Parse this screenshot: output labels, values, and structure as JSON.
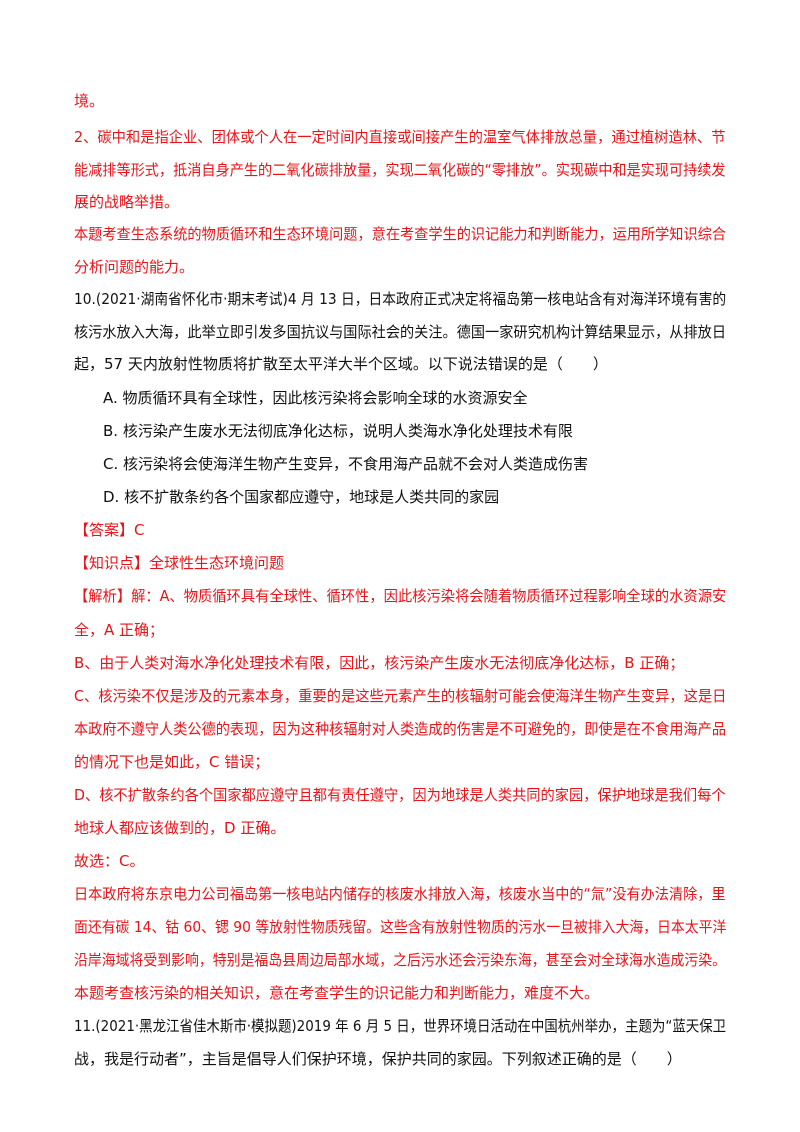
{
  "colors": {
    "answer_red": "#e8141a",
    "text_black": "#111111"
  },
  "lines": [
    {
      "text": "境。",
      "color": "red"
    },
    {
      "text": "2、碳中和是指企业、团体或个人在一定时间内直接或间接产生的温室气体排放总量，通过植树造林、节",
      "color": "red"
    },
    {
      "text": "能减排等形式，抵消自身产生的二氧化碳排放量，实现二氧化碳的“零排放”。实现碳中和是实现可持续发",
      "color": "red"
    },
    {
      "text": "展的战略举措。",
      "color": "red"
    },
    {
      "text": "本题考查生态系统的物质循环和生态环境问题，意在考查学生的识记能力和判断能力，运用所学知识综合",
      "color": "red"
    },
    {
      "text": "分析问题的能力。",
      "color": "red"
    },
    {
      "text": "10.(2021·湖南省怀化市·期末考试)4 月 13 日，日本政府正式决定将福岛第一核电站含有对海洋环境有害的",
      "color": "black"
    },
    {
      "text": "核污水放入大海，此举立即引发多国抗议与国际社会的关注。德国一家研究机构计算结果显示，从排放日",
      "color": "black"
    },
    {
      "text": "起，57 天内放射性物质将扩散至太平洋大半个区域。以下说法错误的是（　　）",
      "color": "black"
    },
    {
      "text": "A. 物质循环具有全球性，因此核污染将会影响全球的水资源安全",
      "color": "black",
      "option": true
    },
    {
      "text": "B. 核污染产生废水无法彻底净化达标，说明人类海水净化处理技术有限",
      "color": "black",
      "option": true
    },
    {
      "text": "C. 核污染将会使海洋生物产生变异，不食用海产品就不会对人类造成伤害",
      "color": "black",
      "option": true
    },
    {
      "text": "D. 核不扩散条约各个国家都应遵守，地球是人类共同的家园",
      "color": "black",
      "option": true
    },
    {
      "text": "【答案】C",
      "color": "red"
    },
    {
      "text": "【知识点】全球性生态环境问题",
      "color": "red"
    },
    {
      "text": "【解析】解：A、物质循环具有全球性、循环性，因此核污染将会随着物质循环过程影响全球的水资源安",
      "color": "red"
    },
    {
      "text": "全，A 正确；",
      "color": "red"
    },
    {
      "text": "B、由于人类对海水净化处理技术有限，因此，核污染产生废水无法彻底净化达标，B 正确；",
      "color": "red"
    },
    {
      "text": "C、核污染不仅是涉及的元素本身，重要的是这些元素产生的核辐射可能会使海洋生物产生变异，这是日",
      "color": "red"
    },
    {
      "text": "本政府不遵守人类公德的表现，因为这种核辐射对人类造成的伤害是不可避免的，即使是在不食用海产品",
      "color": "red"
    },
    {
      "text": "的情况下也是如此，C 错误；",
      "color": "red"
    },
    {
      "text": "D、核不扩散条约各个国家都应遵守且都有责任遵守，因为地球是人类共同的家园，保护地球是我们每个",
      "color": "red"
    },
    {
      "text": "地球人都应该做到的，D 正确。",
      "color": "red"
    },
    {
      "text": "故选：C。",
      "color": "red"
    },
    {
      "text": "日本政府将东京电力公司福岛第一核电站内储存的核废水排放入海，核废水当中的“氚”没有办法清除，里",
      "color": "red"
    },
    {
      "text": "面还有碳 14、钴 60、锶 90 等放射性物质残留。这些含有放射性物质的污水一旦被排入大海，日本太平洋",
      "color": "red"
    },
    {
      "text": "沿岸海域将受到影响，特别是福岛县周边局部水域，之后污水还会污染东海，甚至会对全球海水造成污染。",
      "color": "red"
    },
    {
      "text": "本题考查核污染的相关知识，意在考查学生的识记能力和判断能力，难度不大。",
      "color": "red"
    },
    {
      "text": "11.(2021·黑龙江省佳木斯市·模拟题)2019 年 6 月 5 日，世界环境日活动在中国杭州举办，主题为“蓝天保卫",
      "color": "black"
    },
    {
      "text": "战，我是行动者”，主旨是倡导人们保护环境，保护共同的家园。下列叙述正确的是（　　）",
      "color": "black"
    }
  ]
}
